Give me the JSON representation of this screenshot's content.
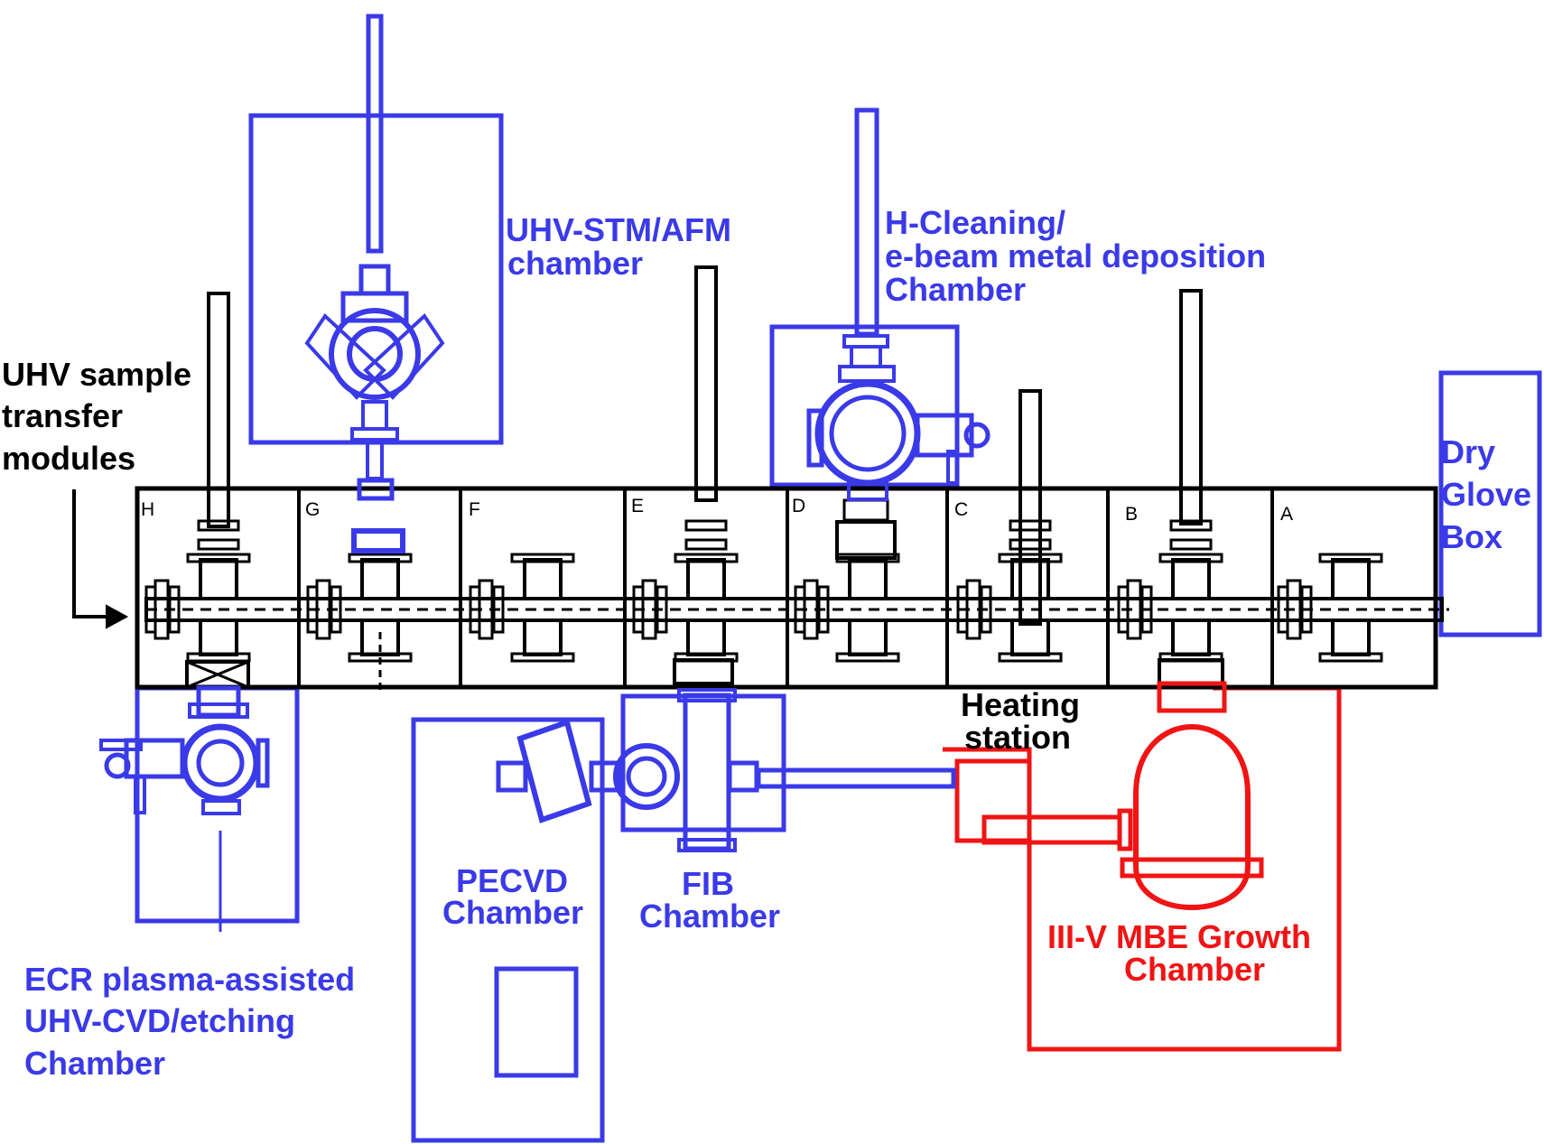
{
  "colors": {
    "blue": "#3a3ae8",
    "red": "#f01414",
    "black": "#000000"
  },
  "modules": [
    "A",
    "B",
    "C",
    "D",
    "E",
    "F",
    "G",
    "H"
  ],
  "labels": {
    "transfer_l1": "UHV sample",
    "transfer_l2": "transfer",
    "transfer_l3": "modules",
    "stm_l1": "UHV-STM/AFM",
    "stm_l2": "chamber",
    "hclean_l1": "H-Cleaning/",
    "hclean_l2": "e-beam metal deposition",
    "hclean_l3": "Chamber",
    "glove_l1": "Dry",
    "glove_l2": "Glove",
    "glove_l3": "Box",
    "heating_l1": "Heating",
    "heating_l2": "station",
    "ecr_l1": "ECR plasma-assisted",
    "ecr_l2": "UHV-CVD/etching",
    "ecr_l3": "Chamber",
    "pecvd_l1": "PECVD",
    "pecvd_l2": "Chamber",
    "fib_l1": "FIB",
    "fib_l2": "Chamber",
    "mbe_l1": "III-V MBE Growth",
    "mbe_l2": "Chamber"
  }
}
